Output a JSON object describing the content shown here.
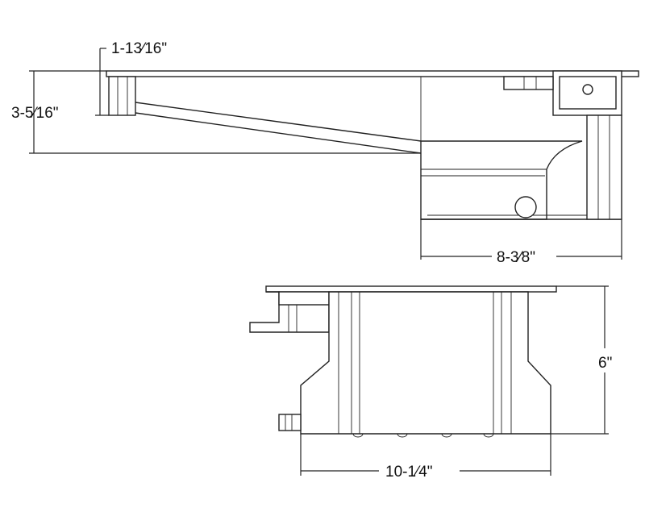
{
  "side_view": {
    "dims": {
      "flange_height": "1-13⁄16\"",
      "front_depth": "3-5⁄16\"",
      "sump_length": "8-3⁄8\""
    }
  },
  "end_view": {
    "dims": {
      "height": "6\"",
      "width": "10-1⁄4\""
    }
  },
  "colors": {
    "line": "#222222",
    "background": "#ffffff"
  }
}
